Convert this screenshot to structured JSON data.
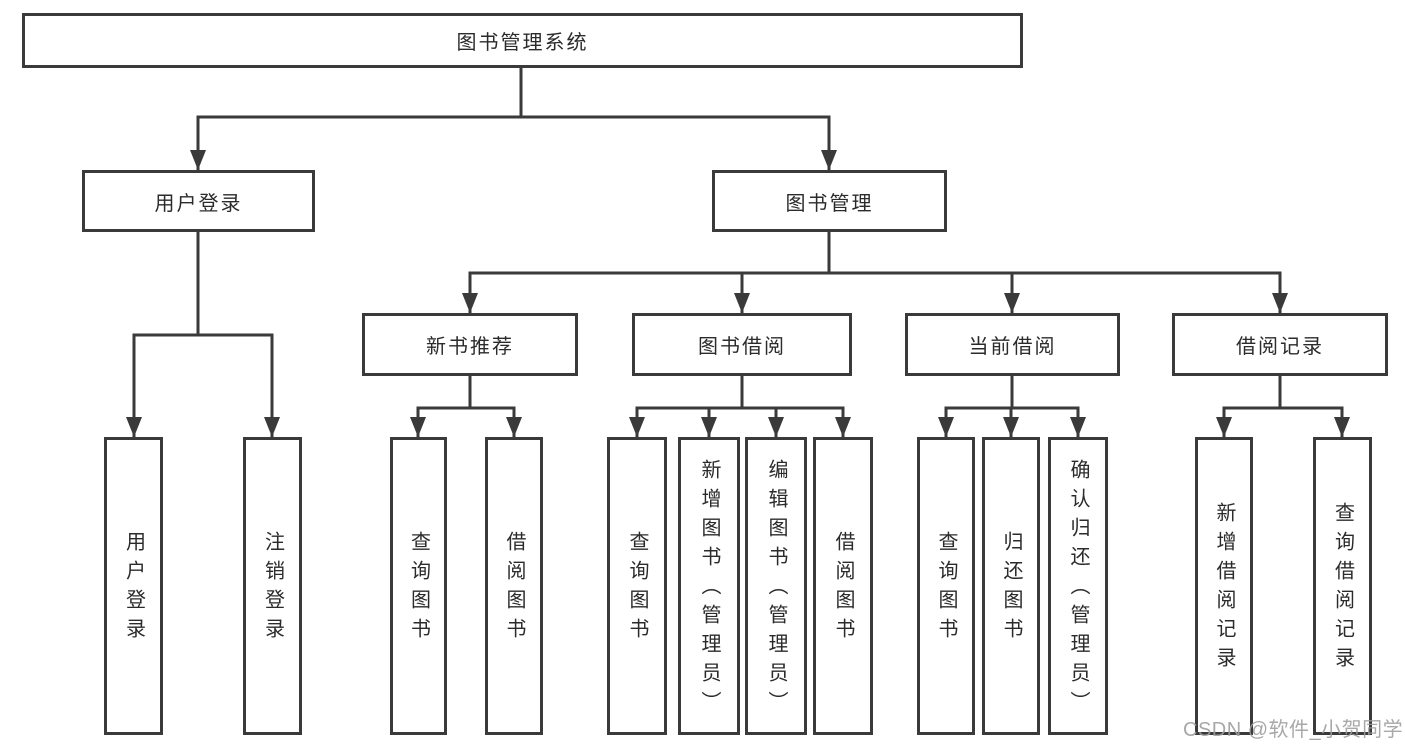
{
  "root": {
    "label": "图书管理系统"
  },
  "user_branch": {
    "label": "用户登录",
    "children": [
      "用户登录",
      "注销登录"
    ]
  },
  "book_branch": {
    "label": "图书管理",
    "children": [
      {
        "label": "新书推荐",
        "children": [
          "查询图书",
          "借阅图书"
        ]
      },
      {
        "label": "图书借阅",
        "children": [
          "查询图书",
          "新增图书（管理员）",
          "编辑图书（管理员）",
          "借阅图书"
        ]
      },
      {
        "label": "当前借阅",
        "children": [
          "查询图书",
          "归还图书",
          "确认归还（管理员）"
        ]
      },
      {
        "label": "借阅记录",
        "children": [
          "新增借阅记录",
          "查询借阅记录"
        ]
      }
    ]
  },
  "watermark": "CSDN @软件_小贺同学",
  "colors": {
    "line": "#3a3a3a",
    "box_border": "#3a3a3a",
    "box_background": "#ffffff",
    "text": "#2b2b2b",
    "watermark": "#9e9e9e",
    "page_background": "#ffffff"
  }
}
